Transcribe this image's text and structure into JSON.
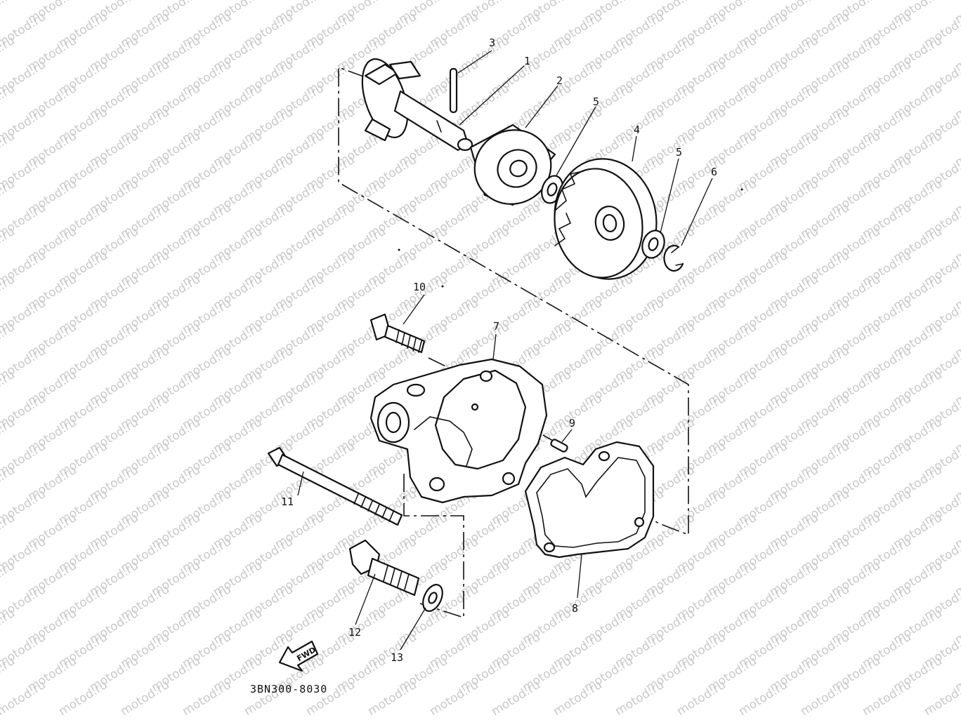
{
  "watermark": {
    "text": "motod.ru"
  },
  "diagram_code": "3BN300-8030",
  "fwd_label": "FWD",
  "callouts": [
    {
      "id": "c1",
      "label": "1"
    },
    {
      "id": "c2",
      "label": "2"
    },
    {
      "id": "c3",
      "label": "3"
    },
    {
      "id": "c4",
      "label": "4"
    },
    {
      "id": "c5a",
      "label": "5"
    },
    {
      "id": "c5b",
      "label": "5"
    },
    {
      "id": "c6",
      "label": "6"
    },
    {
      "id": "c7",
      "label": "7"
    },
    {
      "id": "c8",
      "label": "8"
    },
    {
      "id": "c9",
      "label": "9"
    },
    {
      "id": "c10",
      "label": "10"
    },
    {
      "id": "c11",
      "label": "11"
    },
    {
      "id": "c12",
      "label": "12"
    },
    {
      "id": "c13",
      "label": "13"
    }
  ]
}
